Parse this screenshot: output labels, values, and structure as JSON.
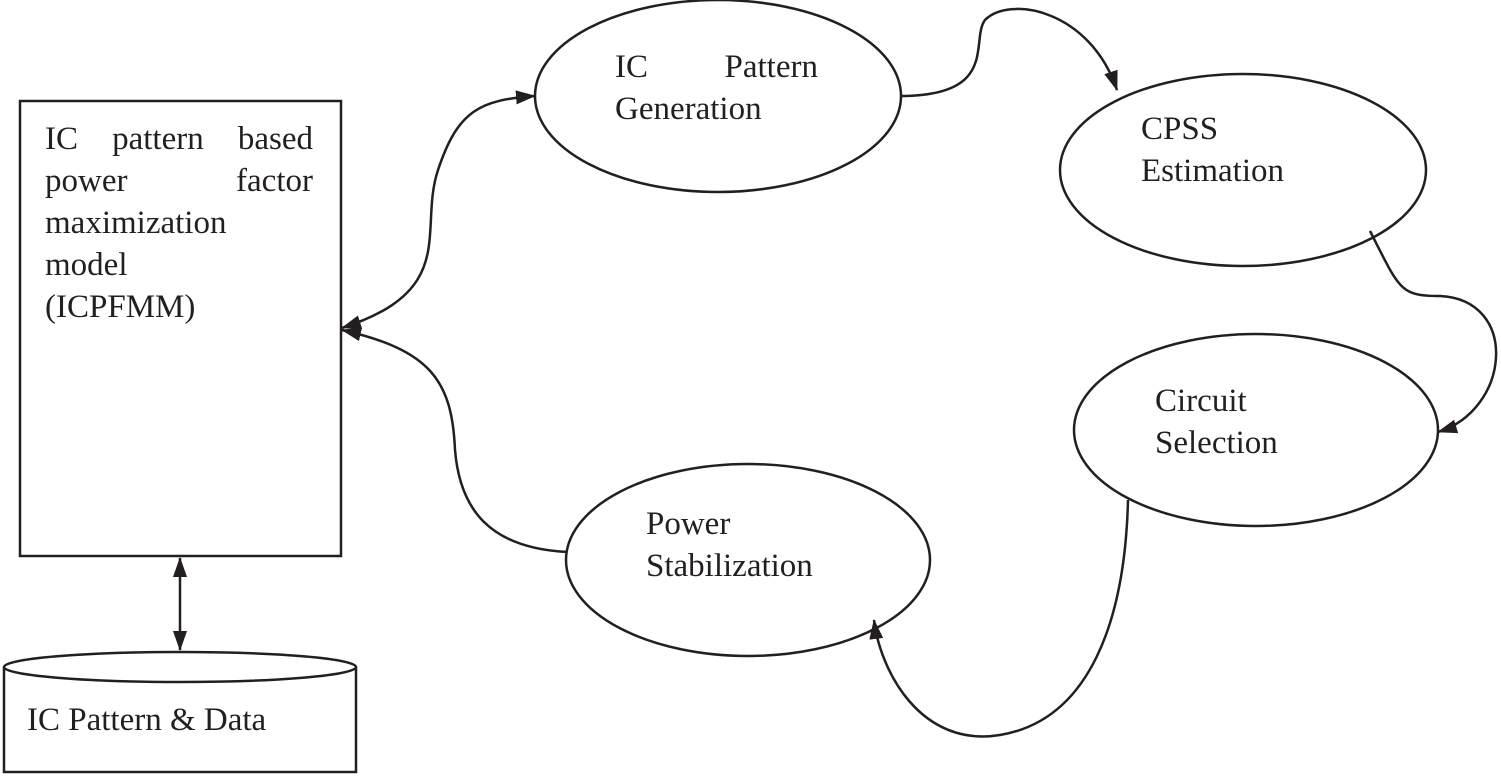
{
  "model_box": {
    "lines": [
      "IC pattern based",
      "power factor",
      "maximization",
      "model",
      "(ICPFMM)"
    ]
  },
  "database": {
    "label": "IC Pattern & Data"
  },
  "nodes": {
    "pattern_generation": {
      "line1": "IC Pattern",
      "line2": "Generation"
    },
    "cpss_estimation": {
      "line1": "CPSS",
      "line2": "Estimation"
    },
    "circuit_selection": {
      "line1": "Circuit",
      "line2": "Selection"
    },
    "power_stabilization": {
      "line1": "Power",
      "line2": "Stabilization"
    }
  },
  "colors": {
    "stroke": "#231f20",
    "background": "#ffffff"
  }
}
